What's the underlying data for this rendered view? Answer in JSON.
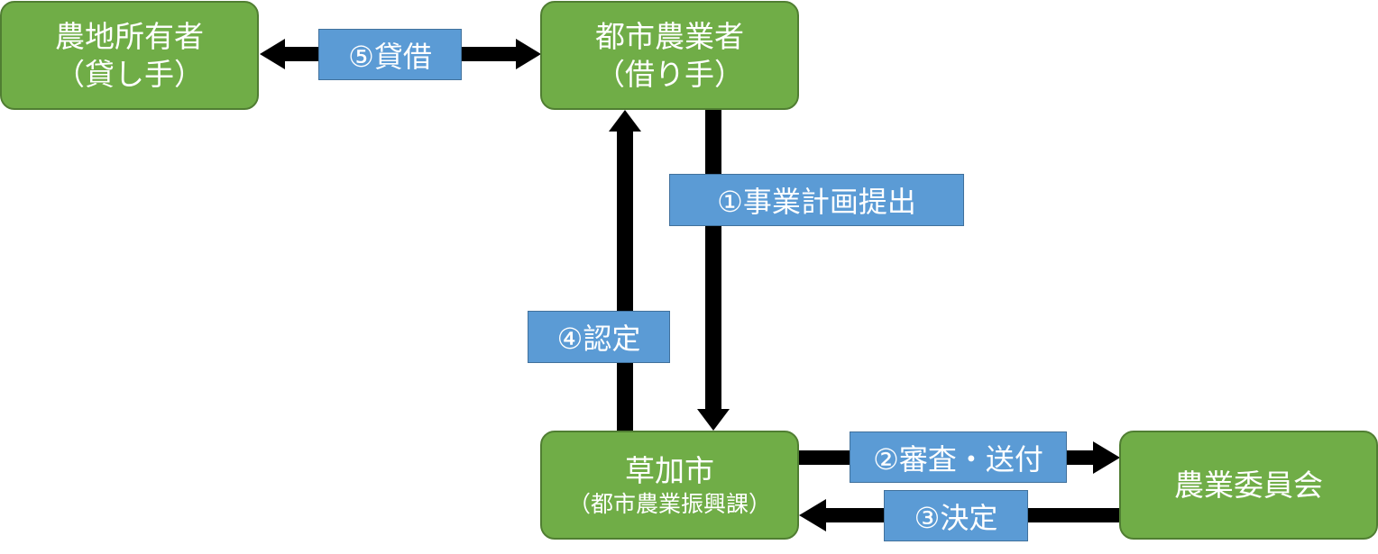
{
  "nodes": {
    "landowner": {
      "line1": "農地所有者",
      "line2": "（貸し手）"
    },
    "urban_farmer": {
      "line1": "都市農業者",
      "line2": "（借り手）"
    },
    "soka_city": {
      "line1": "草加市",
      "line2": "（都市農業振興課）"
    },
    "agri_committee": {
      "line1": "農業委員会"
    }
  },
  "steps": {
    "step1": "①事業計画提出",
    "step2": "②審査・送付",
    "step3": "③決定",
    "step4": "④認定",
    "step5": "⑤貸借"
  },
  "colors": {
    "node_fill": "#70ad47",
    "node_border": "#507e32",
    "label_fill": "#5b9bd5",
    "label_border": "#41719c",
    "arrow": "#000000",
    "text": "#ffffff"
  }
}
